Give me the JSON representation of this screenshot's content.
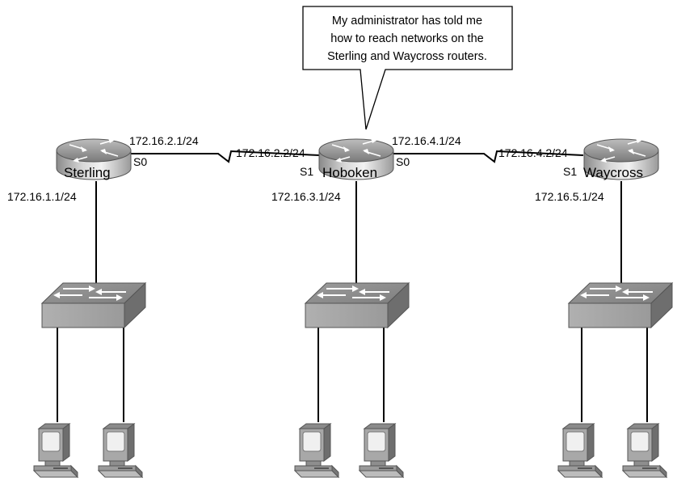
{
  "callout": {
    "lines": [
      "My administrator has told me",
      "how to reach networks on the",
      "Sterling and Waycross routers."
    ]
  },
  "routers": {
    "sterling": {
      "name": "Sterling",
      "s0_label": "S0",
      "lan_ip": "172.16.1.1/24",
      "s0_ip": "172.16.2.1/24"
    },
    "hoboken": {
      "name": "Hoboken",
      "s1_label": "S1",
      "s0_label": "S0",
      "s1_ip": "172.16.2.2/24",
      "s0_ip": "172.16.4.1/24",
      "lan_ip": "172.16.3.1/24"
    },
    "waycross": {
      "name": "Waycross",
      "s1_label": "S1",
      "s1_ip": "172.16.4.2/24",
      "lan_ip": "172.16.5.1/24"
    }
  }
}
